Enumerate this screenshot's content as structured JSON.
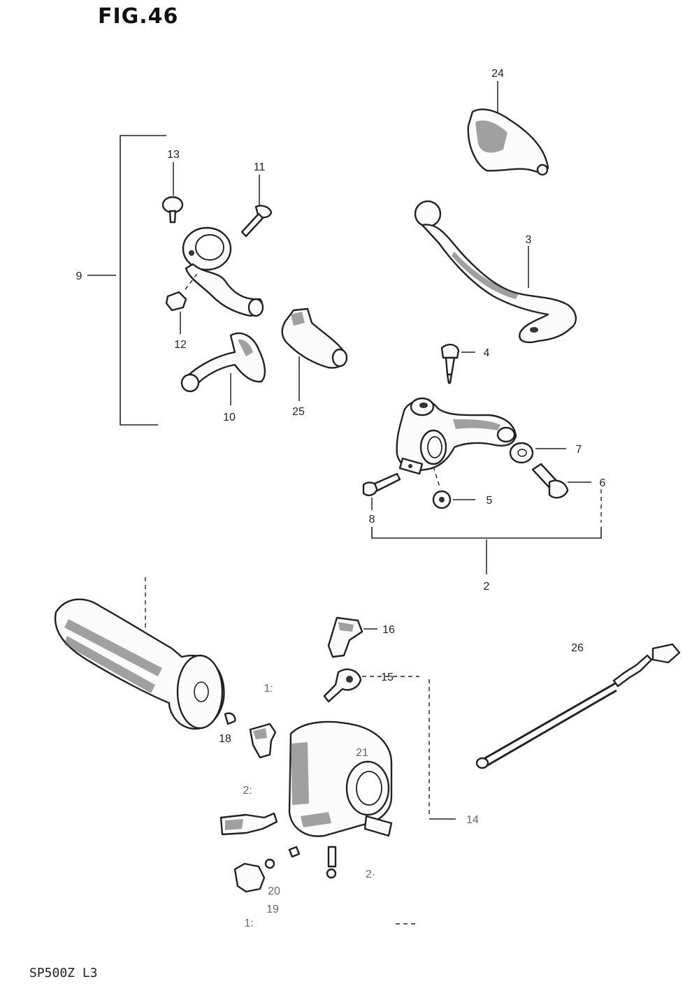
{
  "figure": {
    "title": "FIG.46",
    "code": "SP500Z L3"
  },
  "callouts": {
    "p24": "24",
    "p13": "13",
    "p11": "11",
    "p9": "9",
    "p3": "3",
    "p12": "12",
    "p4": "4",
    "p10": "10",
    "p25": "25",
    "p7": "7",
    "p6": "6",
    "p5": "5",
    "p8": "8",
    "p2": "2",
    "p16": "16",
    "p26": "26",
    "p15": "15",
    "p17": "1:",
    "p18": "18",
    "p22": "2:",
    "p14": "14",
    "p20": "20",
    "p19": "19",
    "p21": "21",
    "p23": "2·",
    "p1": "1:"
  }
}
